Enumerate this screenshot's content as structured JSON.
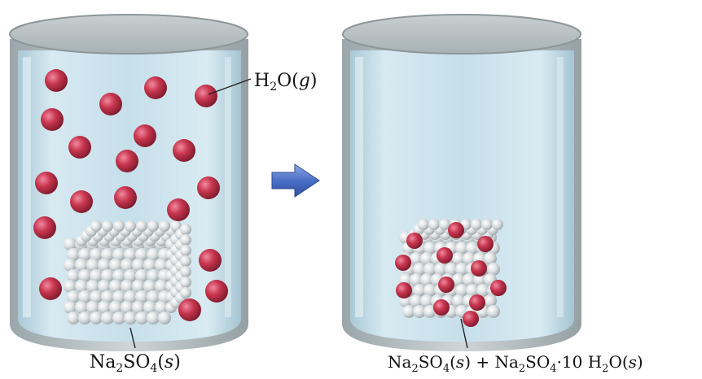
{
  "labels": {
    "water_vapor": {
      "main": "H",
      "sub1": "2",
      "mid": "O(",
      "italic": "g",
      "end": ")"
    },
    "left_solid": {
      "a": "Na",
      "sub1": "2",
      "b": "SO",
      "sub2": "4",
      "c": "(",
      "italic": "s",
      "d": ")"
    },
    "right_solid": {
      "a": "Na",
      "sub1": "2",
      "b": "SO",
      "sub2": "4",
      "c": "(",
      "italic1": "s",
      "d": ") + Na",
      "sub3": "2",
      "e": "SO",
      "sub4": "4",
      "f": "·10 H",
      "sub5": "2",
      "g": "O(",
      "italic2": "s",
      "h": ")"
    }
  },
  "colors": {
    "molecule": "#c0334f",
    "solid_sphere": "#d9dde0",
    "water_tint": "#cfe3ec",
    "arrow": "#4a6fc7"
  },
  "icons": {
    "arrow": "right-arrow-icon"
  }
}
